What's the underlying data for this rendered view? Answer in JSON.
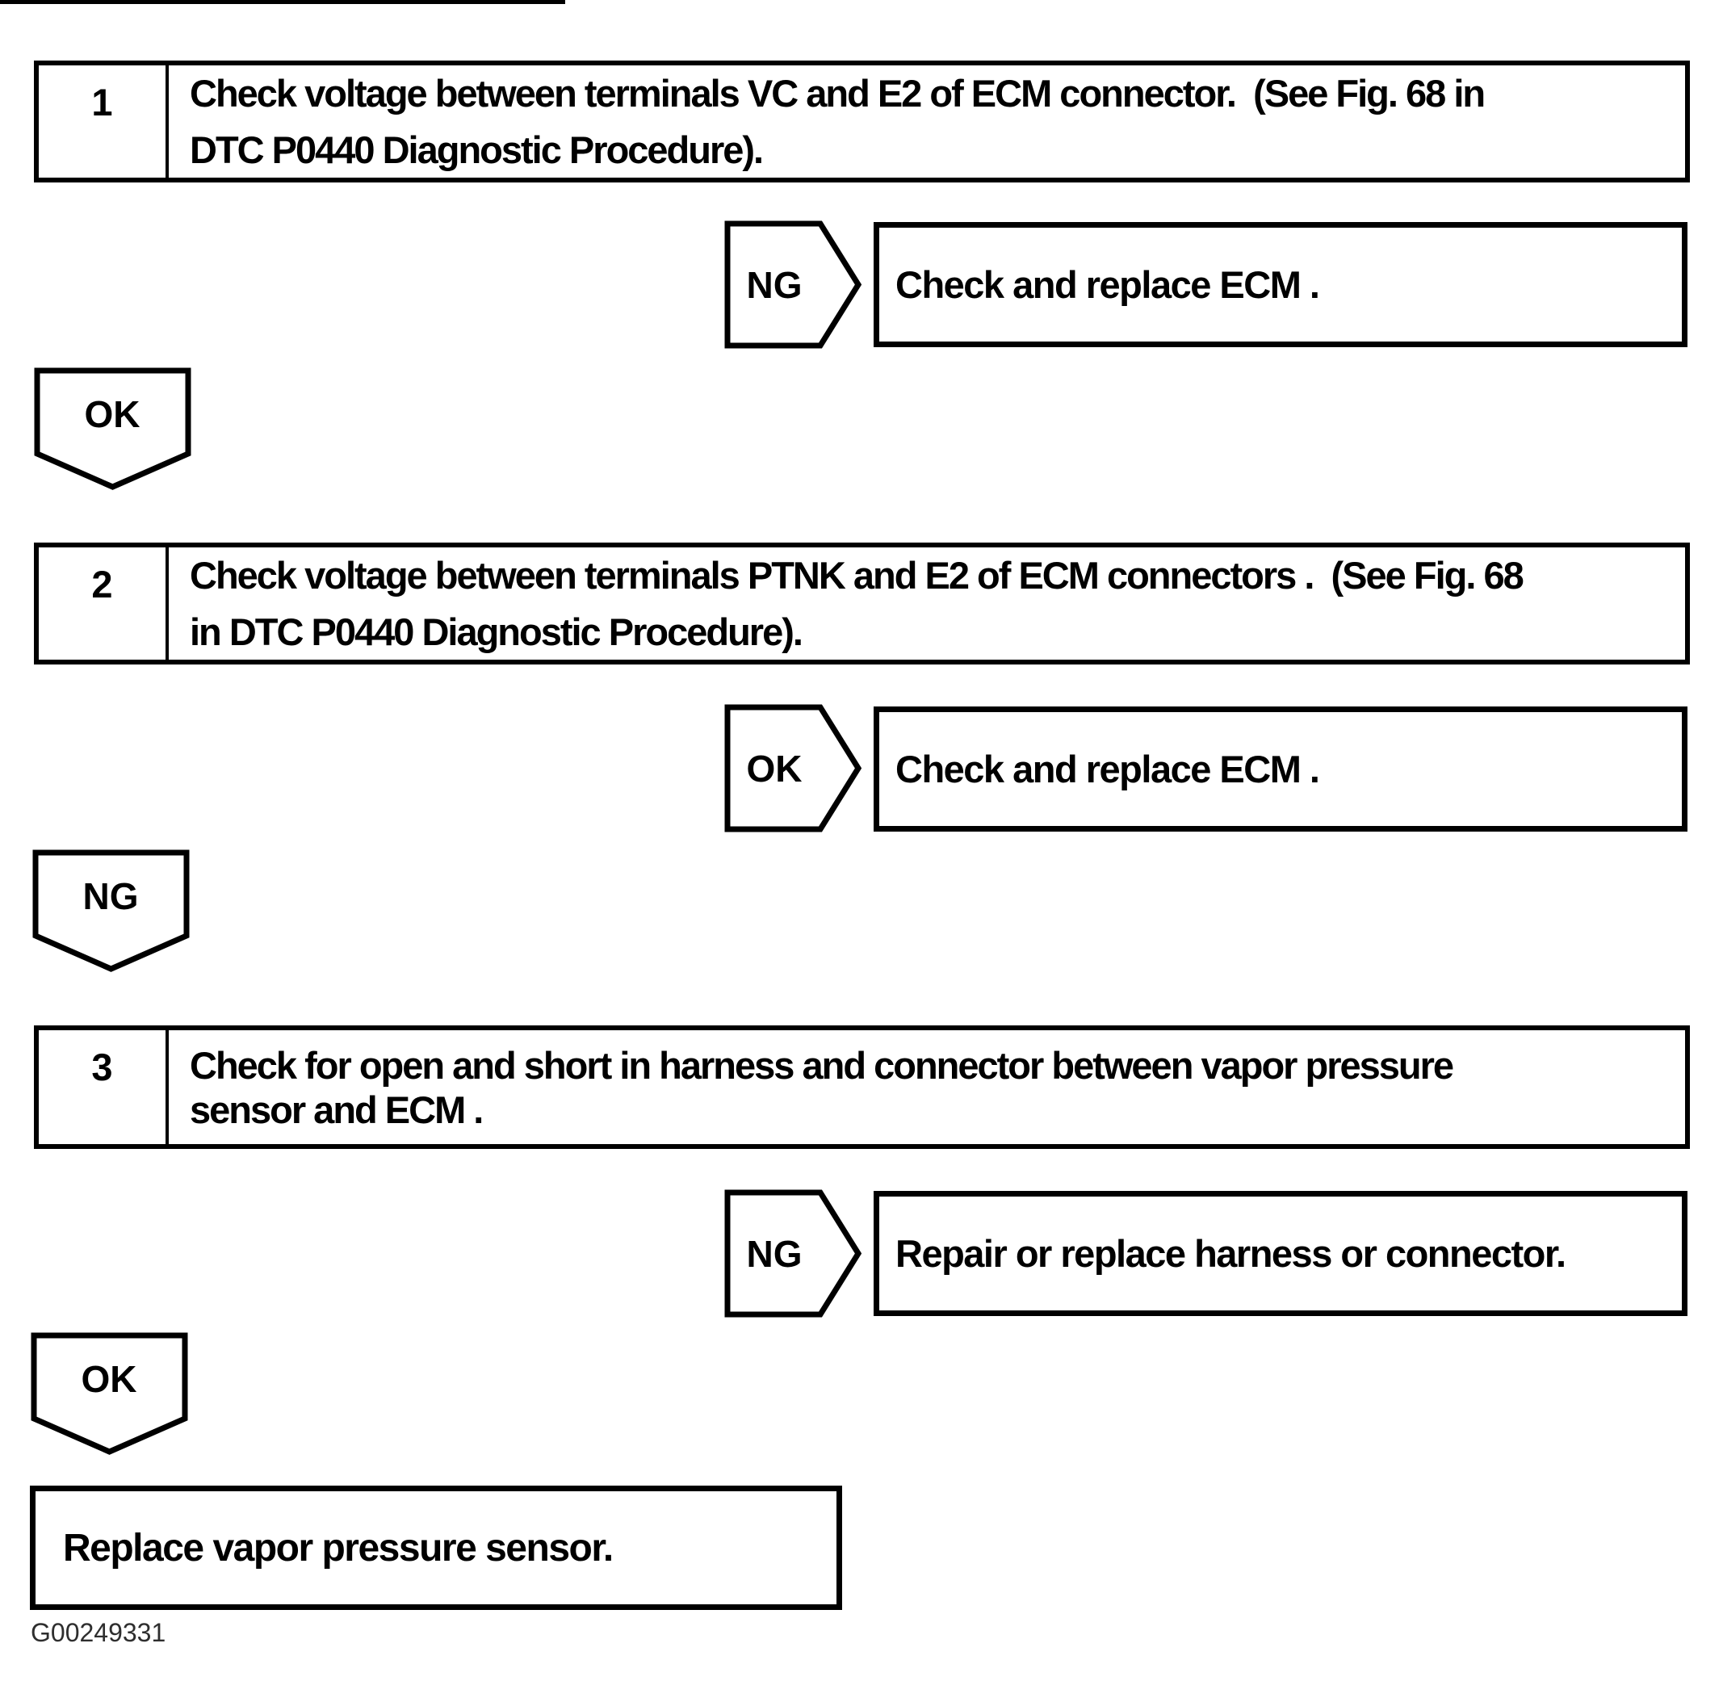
{
  "document": {
    "figure_code": "G00249331"
  },
  "colors": {
    "ink": "#000000",
    "paper": "#ffffff"
  },
  "flowchart": {
    "steps": [
      {
        "number": "1",
        "text": "Check voltage between terminals VC and E2 of ECM connector.  (See Fig. 68 in\nDTC P0440 Diagnostic Procedure)."
      },
      {
        "number": "2",
        "text": "Check voltage between terminals PTNK and E2 of ECM connectors .  (See Fig. 68\nin DTC P0440 Diagnostic Procedure)."
      },
      {
        "number": "3",
        "text": "Check for open and short in harness and connector between vapor pressure\nsensor and ECM ."
      }
    ],
    "branches": [
      {
        "label": "NG",
        "result": "Check and replace ECM ."
      },
      {
        "label": "OK",
        "result": "Check and replace ECM ."
      },
      {
        "label": "NG",
        "result": "Repair or replace harness or connector."
      }
    ],
    "connectors": [
      {
        "label": "OK"
      },
      {
        "label": "NG"
      },
      {
        "label": "OK"
      }
    ],
    "final_action": "Replace vapor pressure sensor."
  }
}
